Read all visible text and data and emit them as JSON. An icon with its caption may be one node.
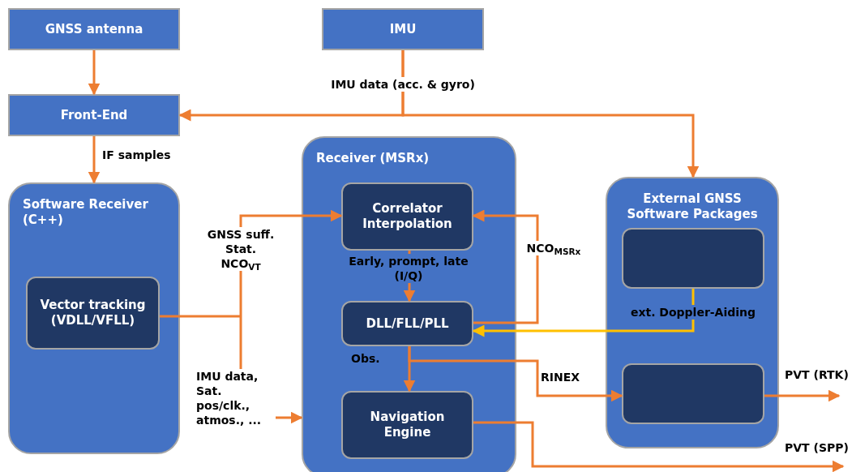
{
  "diagram": {
    "nodes": [
      {
        "text": [
          "GNSS antenna"
        ]
      },
      {
        "text": [
          "IMU"
        ]
      },
      {
        "text": [
          "Front-End"
        ]
      },
      {
        "text": [
          "Software Receiver (C++)"
        ]
      },
      {
        "text": [
          "Vector tracking (VDLL/VFLL)"
        ],
        "in": 3
      },
      {
        "text": [
          "Receiver (MSRx)"
        ]
      },
      {
        "text": [
          "Correlator Interpolation"
        ],
        "in": 5
      },
      {
        "text": [
          "DLL/FLL/PLL"
        ],
        "in": 5
      },
      {
        "text": [
          "Navigation Engine"
        ],
        "in": 5
      },
      {
        "text": [
          "External GNSS Software Packages"
        ]
      },
      {
        "text": [],
        "shape": "box",
        "in": 9
      },
      {
        "text": [],
        "shape": "box",
        "in": 9
      }
    ],
    "edges": [
      {
        "from": 0,
        "to": 2,
        "arrow": "to"
      },
      {
        "from": 1,
        "to": 2,
        "arrow": "to",
        "label": "IMU data (acc. & gyro)"
      },
      {
        "from": 1,
        "to": 9,
        "arrow": "to"
      },
      {
        "from": 2,
        "to": 3,
        "arrow": "to",
        "label": "IF samples"
      },
      {
        "from": 4,
        "to": 6,
        "arrow": "to",
        "label": "GNSS suff. Stat. NCO$_{VT}$"
      },
      {
        "from": null,
        "to": 5,
        "arrow": "to",
        "label": "IMU data, Sat. pos/clk., atmos., ..."
      },
      {
        "from": 6,
        "to": 7,
        "arrow": "to",
        "label": "Early, prompt, late (I/Q)"
      },
      {
        "from": 7,
        "to": 6,
        "arrow": "to",
        "label": "NCO$_{MSRx}$"
      },
      {
        "from": 7,
        "to": 8,
        "arrow": "to",
        "label": "Obs."
      },
      {
        "from": 7,
        "to": 11,
        "arrow": "to",
        "label": "RINEX"
      },
      {
        "from": 10,
        "to": 7,
        "arrow": "to",
        "label": "ext. Doppler-Aiding",
        "color": "#ffc000"
      },
      {
        "from": 11,
        "to": null,
        "arrow": "to",
        "label": "PVT (RTK)"
      },
      {
        "from": 8,
        "to": null,
        "arrow": "to",
        "label": "PVT (SPP)"
      }
    ]
  }
}
